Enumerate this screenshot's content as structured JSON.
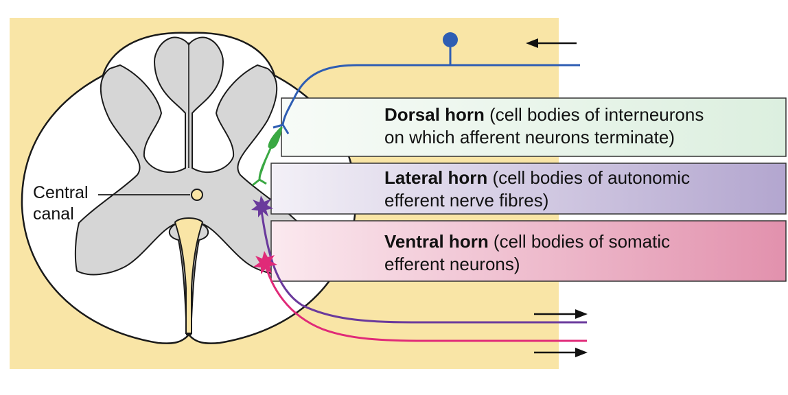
{
  "labels": {
    "central_canal": {
      "line1": "Central",
      "line2": "canal"
    },
    "dorsal": {
      "bold": "Dorsal horn",
      "rest": " (cell bodies of interneurons",
      "line2": "on which afferent neurons terminate)"
    },
    "lateral": {
      "bold": "Lateral horn",
      "rest": " (cell bodies of autonomic",
      "line2": "efferent nerve fibres)"
    },
    "ventral": {
      "bold": "Ventral horn",
      "rest": " (cell bodies of somatic",
      "line2": "efferent neurons)"
    }
  },
  "colors": {
    "background_panel": "#f9e5a6",
    "white_matter": "#ffffff",
    "grey_matter": "#d6d6d6",
    "outline": "#1a1a1a",
    "afferent_neuron": "#2e5db3",
    "interneuron": "#3aa843",
    "autonomic_neuron": "#6a3a9c",
    "somatic_neuron": "#e02a78",
    "dorsal_box_start": "#f7fbf7",
    "dorsal_box_end": "#dcefdf",
    "lateral_box_start": "#f3f0f7",
    "lateral_box_end": "#b3a6cf",
    "ventral_box_start": "#fbe9ef",
    "ventral_box_end": "#e291ad"
  },
  "icons": {
    "input_arrow": "arrow-left-icon",
    "output_arrow_1": "arrow-right-icon",
    "output_arrow_2": "arrow-right-icon"
  }
}
